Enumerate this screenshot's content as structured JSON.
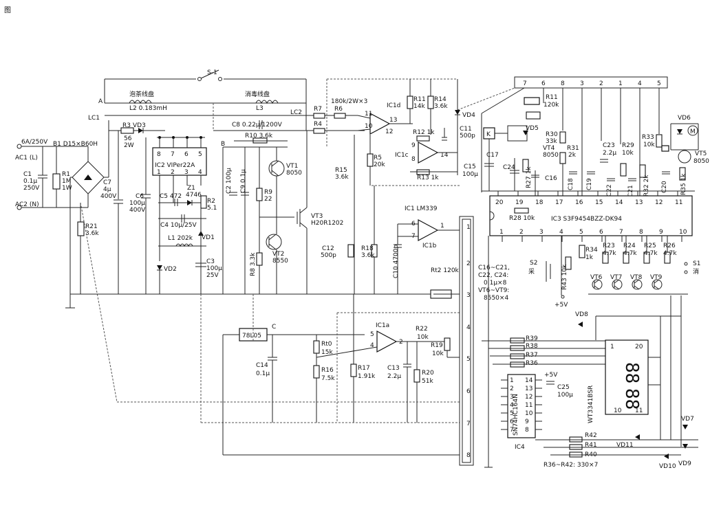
{
  "window_icon": "图",
  "inputs": {
    "ac1": "AC1 (L)",
    "ac2": "AC2 (N)",
    "fuse": "6A/250V",
    "bridge": "B1 D15×B60H"
  },
  "components": {
    "c1": [
      "C1",
      "0.1μ",
      "250V"
    ],
    "r1": [
      "R1",
      "1M",
      "1W"
    ],
    "r21": [
      "R21",
      "3.6k"
    ],
    "r3": [
      "R3",
      "56",
      "2W"
    ],
    "vd3": "VD3",
    "c7": [
      "C7",
      "4μ",
      "400V"
    ],
    "c6": [
      "C6",
      "100μ",
      "400V"
    ],
    "ic2": "IC2 VIPer22A",
    "ic2_pins_top": [
      "8",
      "7",
      "6",
      "5"
    ],
    "ic2_pins_bottom": [
      "1",
      "2",
      "3",
      "4"
    ],
    "c5": "C5 472",
    "z1": [
      "Z1",
      "4746"
    ],
    "r2": [
      "R2",
      "5.1"
    ],
    "c4": "C4 10μ/25V",
    "l1": "L1 202k",
    "vd1": "VD1",
    "vd2": "VD2",
    "c3": [
      "C3",
      "100μ",
      "25V"
    ],
    "coil1": "泡茶线盘",
    "coil2": "消毒线盘",
    "l2": "L2 0.183mH",
    "l3": "L3",
    "s1": "S-1",
    "node_a": "A",
    "lc1": "LC1",
    "lc2": "LC2",
    "c8": "C8 0.22μ/1200V",
    "node_b": "B",
    "node_c": "C",
    "r10": "R10 3.6k",
    "vt1": [
      "VT1",
      "8050"
    ],
    "c2": "C2 100μ",
    "c9": "C9 0.1μ",
    "r9": [
      "R9",
      "22"
    ],
    "vt3": [
      "VT3",
      "H20R1202"
    ],
    "vt2": [
      "VT2",
      "8550"
    ],
    "r8": "R8 3.3k",
    "r7": "R7",
    "r6": "R6",
    "r4": "R4",
    "r6_note": "180k/2W×3",
    "ic1d": "IC1d",
    "r11": [
      "R11",
      "14k"
    ],
    "r14": [
      "R14",
      "3.6k"
    ],
    "vd4": "VD4",
    "r12": "R12 1k",
    "c11": [
      "C11",
      "500p"
    ],
    "ic1c": "IC1c",
    "r13": "R13 1k",
    "r5": [
      "R5",
      "20k"
    ],
    "r15": [
      "R15",
      "3.6k"
    ],
    "ic1_title": "IC1 LM339",
    "ic1b": "IC1b",
    "c12": [
      "C12",
      "500p"
    ],
    "r18": [
      "R18",
      "3.6k"
    ],
    "c10": "C10 4700p",
    "rt2": "Rt2 120k",
    "l7805": "78L05",
    "c14": [
      "C14",
      "0.1μ"
    ],
    "rt0": [
      "Rt0",
      "15k"
    ],
    "r16": [
      "R16",
      "7.5k"
    ],
    "ic1a": "IC1a",
    "r17": [
      "R17",
      "1.91k"
    ],
    "c13": [
      "C13",
      "2.2μ"
    ],
    "r22": [
      "R22",
      "10k"
    ],
    "r19": [
      "R19",
      "10k"
    ],
    "r20": [
      "R20",
      "51k"
    ],
    "opamp_pins": {
      "d_in_plus": "11",
      "d_in_minus": "10",
      "d_out": "13",
      "c_in_plus": "9",
      "c_in_minus": "8",
      "c_out": "14",
      "b_in_plus": "7",
      "b_in_minus": "6",
      "b_out": "1",
      "a_in_plus": "5",
      "a_in_minus": "4",
      "a_out": "2"
    },
    "connector_left": [
      "1",
      "2",
      "3",
      "4",
      "5",
      "6",
      "7",
      "8"
    ],
    "connector_top": [
      "7",
      "6",
      "8",
      "3",
      "2",
      "1",
      "4",
      "5"
    ],
    "k": "K",
    "r11b": [
      "R11",
      "120k"
    ],
    "vd5": "VD5",
    "c17": "C17",
    "c24": "C24",
    "r27": "R27 1k",
    "r30": [
      "R30",
      "33k"
    ],
    "vt4": [
      "VT4",
      "8050"
    ],
    "r31": [
      "R31",
      "2k"
    ],
    "c23": [
      "C23",
      "2.2μ"
    ],
    "r29": [
      "R29",
      "10k"
    ],
    "r33": [
      "R33",
      "10k"
    ],
    "vd6": "VD6",
    "motor": "M",
    "vt5": [
      "VT5",
      "8050"
    ],
    "c15": [
      "C15",
      "100μ"
    ],
    "c16": "C16",
    "c18": "C18",
    "c19": "C19",
    "c22": "C22",
    "c21": "C21",
    "r32": "R32 2k",
    "c20": "C20",
    "r35": "R35 1k",
    "ic3_top_pins": [
      "20",
      "19",
      "18",
      "17",
      "16",
      "15",
      "14",
      "13",
      "12",
      "11"
    ],
    "ic3_bottom_pins": [
      "1",
      "2",
      "3",
      "4",
      "5",
      "6",
      "7",
      "8",
      "9",
      "10"
    ],
    "r28": "R28 10k",
    "ic3": "IC3 S3F9454BZZ-DK94",
    "s2": [
      "S2",
      "采"
    ],
    "r43": "R43 10k",
    "r34": [
      "R34",
      "1k"
    ],
    "r23": [
      "R23",
      "4.7k"
    ],
    "r24": [
      "R24",
      "4.7k"
    ],
    "r25": [
      "R25",
      "4.7k"
    ],
    "r26": [
      "R26",
      "4.7k"
    ],
    "s1_switch": [
      "S1",
      "消"
    ],
    "note_caps": [
      "C16~C21,",
      "C22, C24:",
      "0.1μ×8",
      "VT6~VT9:",
      "8550×4"
    ],
    "vt6": "VT6",
    "vt7": "VT7",
    "vt8": "VT8",
    "vt9": "VT9",
    "plus5v_1": "+5V",
    "plus5v_2": "+5V",
    "vd8": "VD8",
    "r39": "R39",
    "r38": "R38",
    "r37": "R37",
    "r36": "R36",
    "c25": [
      "C25",
      "100μ"
    ],
    "ic4_chip": "SN74HC164N",
    "ic4": "IC4",
    "ic4_left_pins": [
      "1",
      "2",
      "3",
      "4",
      "5",
      "6",
      "7"
    ],
    "ic4_right_pins": [
      "14",
      "13",
      "12",
      "11",
      "10",
      "9",
      "8"
    ],
    "display": "WT3341BSR",
    "display_pins": [
      "1",
      "20",
      "10",
      "11"
    ],
    "display_digits": "88",
    "r42": "R42",
    "r41": "R41",
    "r40": "R40",
    "vd7": "VD7",
    "vd11": "VD11",
    "vd10": "VD10",
    "vd9": "VD9",
    "resistor_note": "R36~R42: 330×7"
  }
}
